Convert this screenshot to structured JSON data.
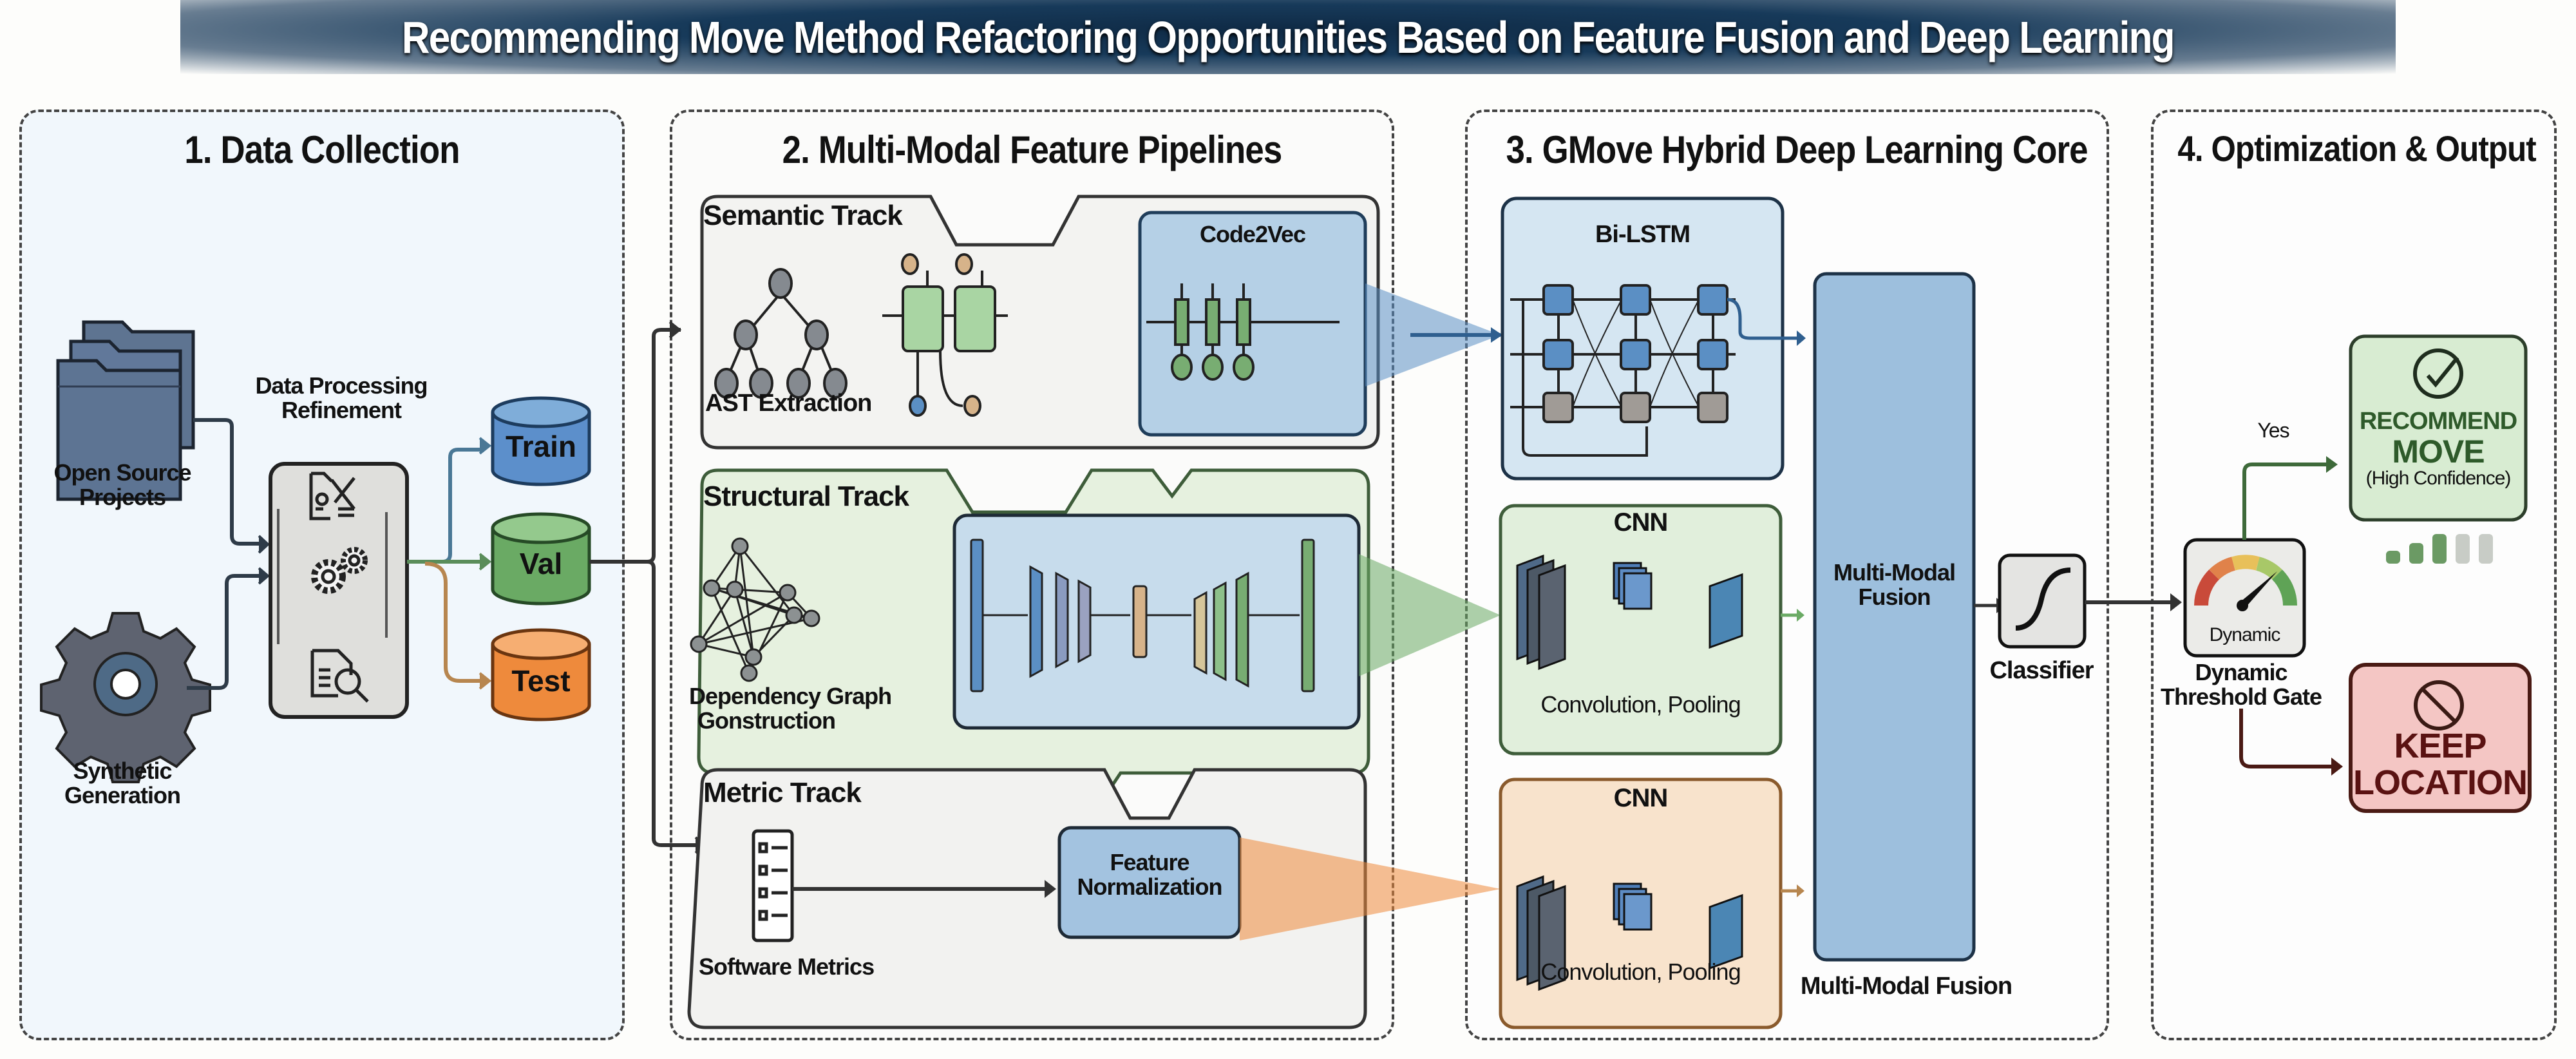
{
  "title": "Recommending Move Method Refactoring Opportunities Based on Feature Fusion and Deep Learning",
  "colors": {
    "title_bg": "#173a5a",
    "blue": "#5b8fc4",
    "green": "#6aaa64",
    "orange": "#ee8a3c",
    "recommend_bg": "#d8ecd2",
    "recommend_text": "#2e5a2a",
    "keep_bg": "#f4c6c4",
    "keep_text": "#5a1212"
  },
  "panels": [
    {
      "heading": "1. Data Collection",
      "sources": [
        {
          "label_line1": "Open Source",
          "label_line2": "Projects",
          "icon": "folder-stack-icon"
        },
        {
          "label_line1": "Synthetic",
          "label_line2": "Generation",
          "icon": "gear-icon"
        }
      ],
      "processing": {
        "label_line1": "Data Processing",
        "label_line2": "Refinement",
        "icons": [
          "document-edit-icon",
          "gears-icon",
          "document-search-icon"
        ]
      },
      "splits": [
        "Train",
        "Val",
        "Test"
      ]
    },
    {
      "heading": "2. Multi-Modal Feature Pipelines",
      "tracks": [
        {
          "name": "Semantic Track",
          "input_label": "AST Extraction",
          "model_label": "Code2Vec"
        },
        {
          "name": "Structural Track",
          "input_label_line1": "Dependency Graph",
          "input_label_line2": "Gonstruction"
        },
        {
          "name": "Metric Track",
          "input_label": "Software Metrics",
          "model_line1": "Feature",
          "model_line2": "Normalization"
        }
      ]
    },
    {
      "heading": "3. GMove Hybrid Deep Learning Core",
      "bilstm_label": "Bi-LSTM",
      "cnn_blocks": [
        {
          "title": "CNN",
          "caption": "Convolution, Pooling"
        },
        {
          "title": "CNN",
          "caption": "Convolution, Pooling"
        }
      ],
      "fusion_line1": "Multi-Modal",
      "fusion_line2": "Fusion",
      "fusion_caption": "Multi-Modal Fusion",
      "classifier_label": "Classifier"
    },
    {
      "heading": "4. Optimization & Output",
      "gate_inner_label": "Dynamic",
      "gate_line1": "Dynamic",
      "gate_line2": "Threshold Gate",
      "yes_label": "Yes",
      "recommend": {
        "line1": "RECOMMEND",
        "line2": "MOVE",
        "line3": "(High Confidence)"
      },
      "confidence_level": 0.6,
      "keep": {
        "line1": "KEEP",
        "line2": "LOCATION"
      }
    }
  ]
}
